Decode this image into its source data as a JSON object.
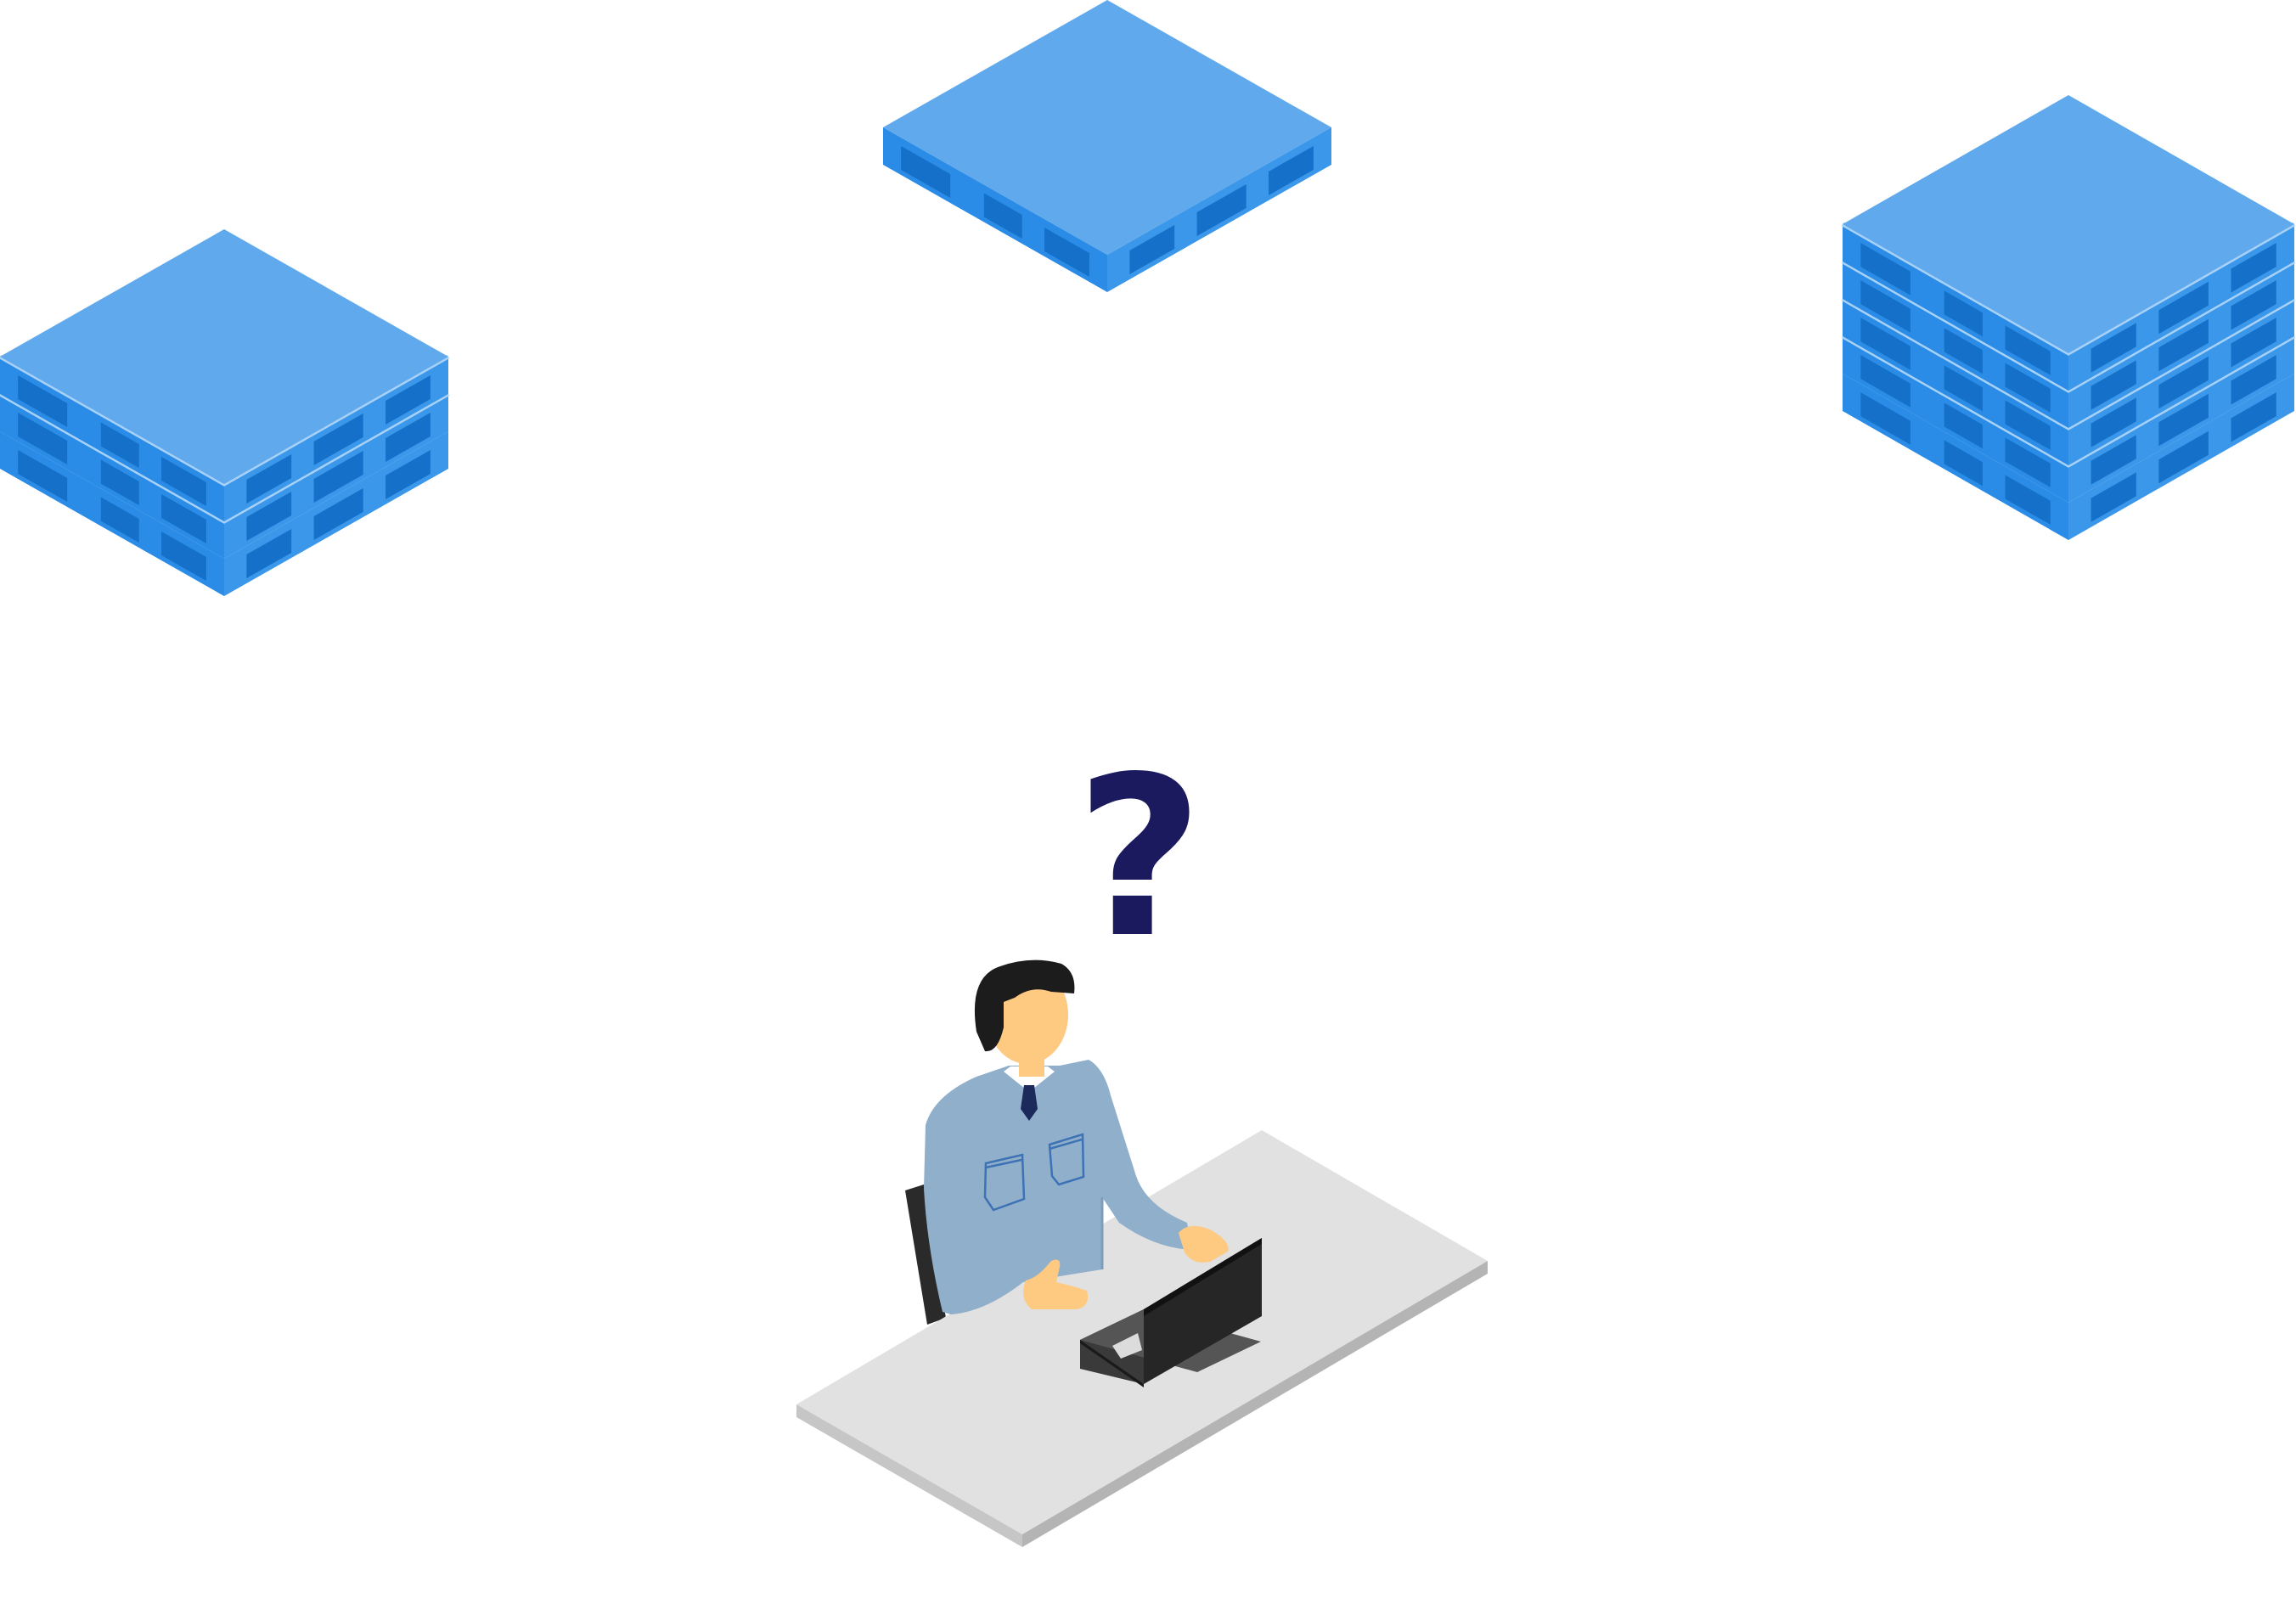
{
  "scene": {
    "background": "#ffffff",
    "pallet_colors": {
      "top": "#5fa9ec",
      "front": "#2a8ce6",
      "side": "#3b97ea",
      "hole": "#1470c9",
      "gap": "#a8d1f7"
    },
    "pallet_stacks": [
      {
        "name": "pallet-stack-left",
        "count": 3
      },
      {
        "name": "pallet-stack-center",
        "count": 1
      },
      {
        "name": "pallet-stack-right",
        "count": 5
      }
    ],
    "question_mark": {
      "text": "?",
      "color": "#1b1a5e"
    },
    "worker": {
      "shirt_color": "#90afcb",
      "skin_color": "#fec980",
      "hair_color": "#1c1c1c",
      "tie_color": "#1b2a5a",
      "desk_top_color": "#e1e1e1",
      "desk_edge_color": "#bdbdbd",
      "laptop_color": "#262626"
    }
  }
}
